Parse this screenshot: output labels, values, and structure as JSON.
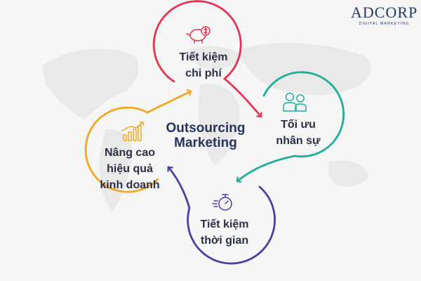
{
  "logo": {
    "brand": "ADCORP",
    "tagline": "DIGITAL MARKETING"
  },
  "center": {
    "line1": "Outsourcing",
    "line2": "Marketing"
  },
  "nodes": [
    {
      "id": "top",
      "line1": "Tiết kiệm",
      "line2": "chi phí",
      "color": "#e8334f",
      "icon": "piggy-bank-dollar-icon"
    },
    {
      "id": "right",
      "line1": "Tối ưu",
      "line2": "nhân sự",
      "color": "#1fae9a",
      "icon": "people-team-icon"
    },
    {
      "id": "bottom",
      "line1": "Tiết kiệm",
      "line2": "thời gian",
      "color": "#4a3fa6",
      "icon": "stopwatch-icon"
    },
    {
      "id": "left",
      "line1": "Nâng cao",
      "line2": "hiệu quả",
      "line3": "kinh doanh",
      "color": "#f2a623",
      "icon": "bar-chart-growth-icon"
    }
  ],
  "colors": {
    "background": "#f6f6f6",
    "map": "#e9e9e9",
    "text": "#2a2f43",
    "center_text": "#27335f"
  }
}
